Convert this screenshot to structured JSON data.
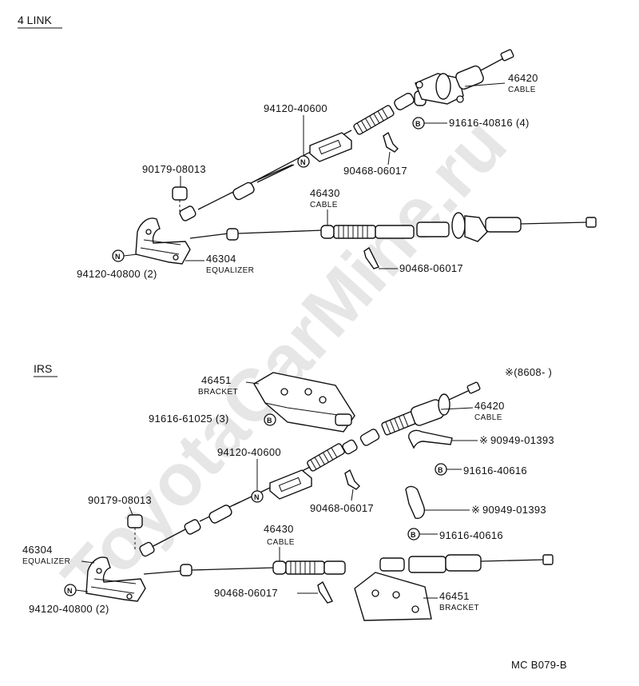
{
  "watermark": "ToyotaCarMine.ru",
  "sections": {
    "four_link": {
      "heading": "4 LINK",
      "labels": {
        "cable_front_pn": "46420",
        "cable_front_name": "CABLE",
        "bolt_front": "91616-40816 (4)",
        "bolt_front_mark": "B",
        "nut_cable": "94120-40600",
        "nut_cable_mark": "N",
        "clip_upper": "90468-06017",
        "stud_nut": "90179-08013",
        "cable_rear_pn": "46430",
        "cable_rear_name": "CABLE",
        "clip_lower": "90468-06017",
        "equalizer_pn": "46304",
        "equalizer_name": "EQUALIZER",
        "nut_equalizer": "94120-40800 (2)",
        "nut_equalizer_mark": "N"
      }
    },
    "irs": {
      "heading": "IRS",
      "date_note": "※(8608-       )",
      "labels": {
        "bracket_upper_pn": "46451",
        "bracket_upper_name": "BRACKET",
        "bolt_bracket": "91616-61025 (3)",
        "bolt_bracket_mark": "B",
        "cable_front_pn": "46420",
        "cable_front_name": "CABLE",
        "clip_spring_upper": "90949-01393",
        "clip_spring_upper_mark": "※",
        "bolt_a": "91616-40616",
        "bolt_a_mark": "B",
        "nut_cable": "94120-40600",
        "nut_cable_mark": "N",
        "stud_nut": "90179-08013",
        "clip_upper": "90468-06017",
        "clip_spring_lower": "90949-01393",
        "clip_spring_lower_mark": "※",
        "bolt_b": "91616-40616",
        "bolt_b_mark": "B",
        "equalizer_pn": "46304",
        "equalizer_name": "EQUALIZER",
        "cable_rear_pn": "46430",
        "cable_rear_name": "CABLE",
        "clip_lower": "90468-06017",
        "bracket_lower_pn": "46451",
        "bracket_lower_name": "BRACKET",
        "nut_equalizer": "94120-40800 (2)",
        "nut_equalizer_mark": "N"
      }
    }
  },
  "figure_code": "MC B079-B"
}
